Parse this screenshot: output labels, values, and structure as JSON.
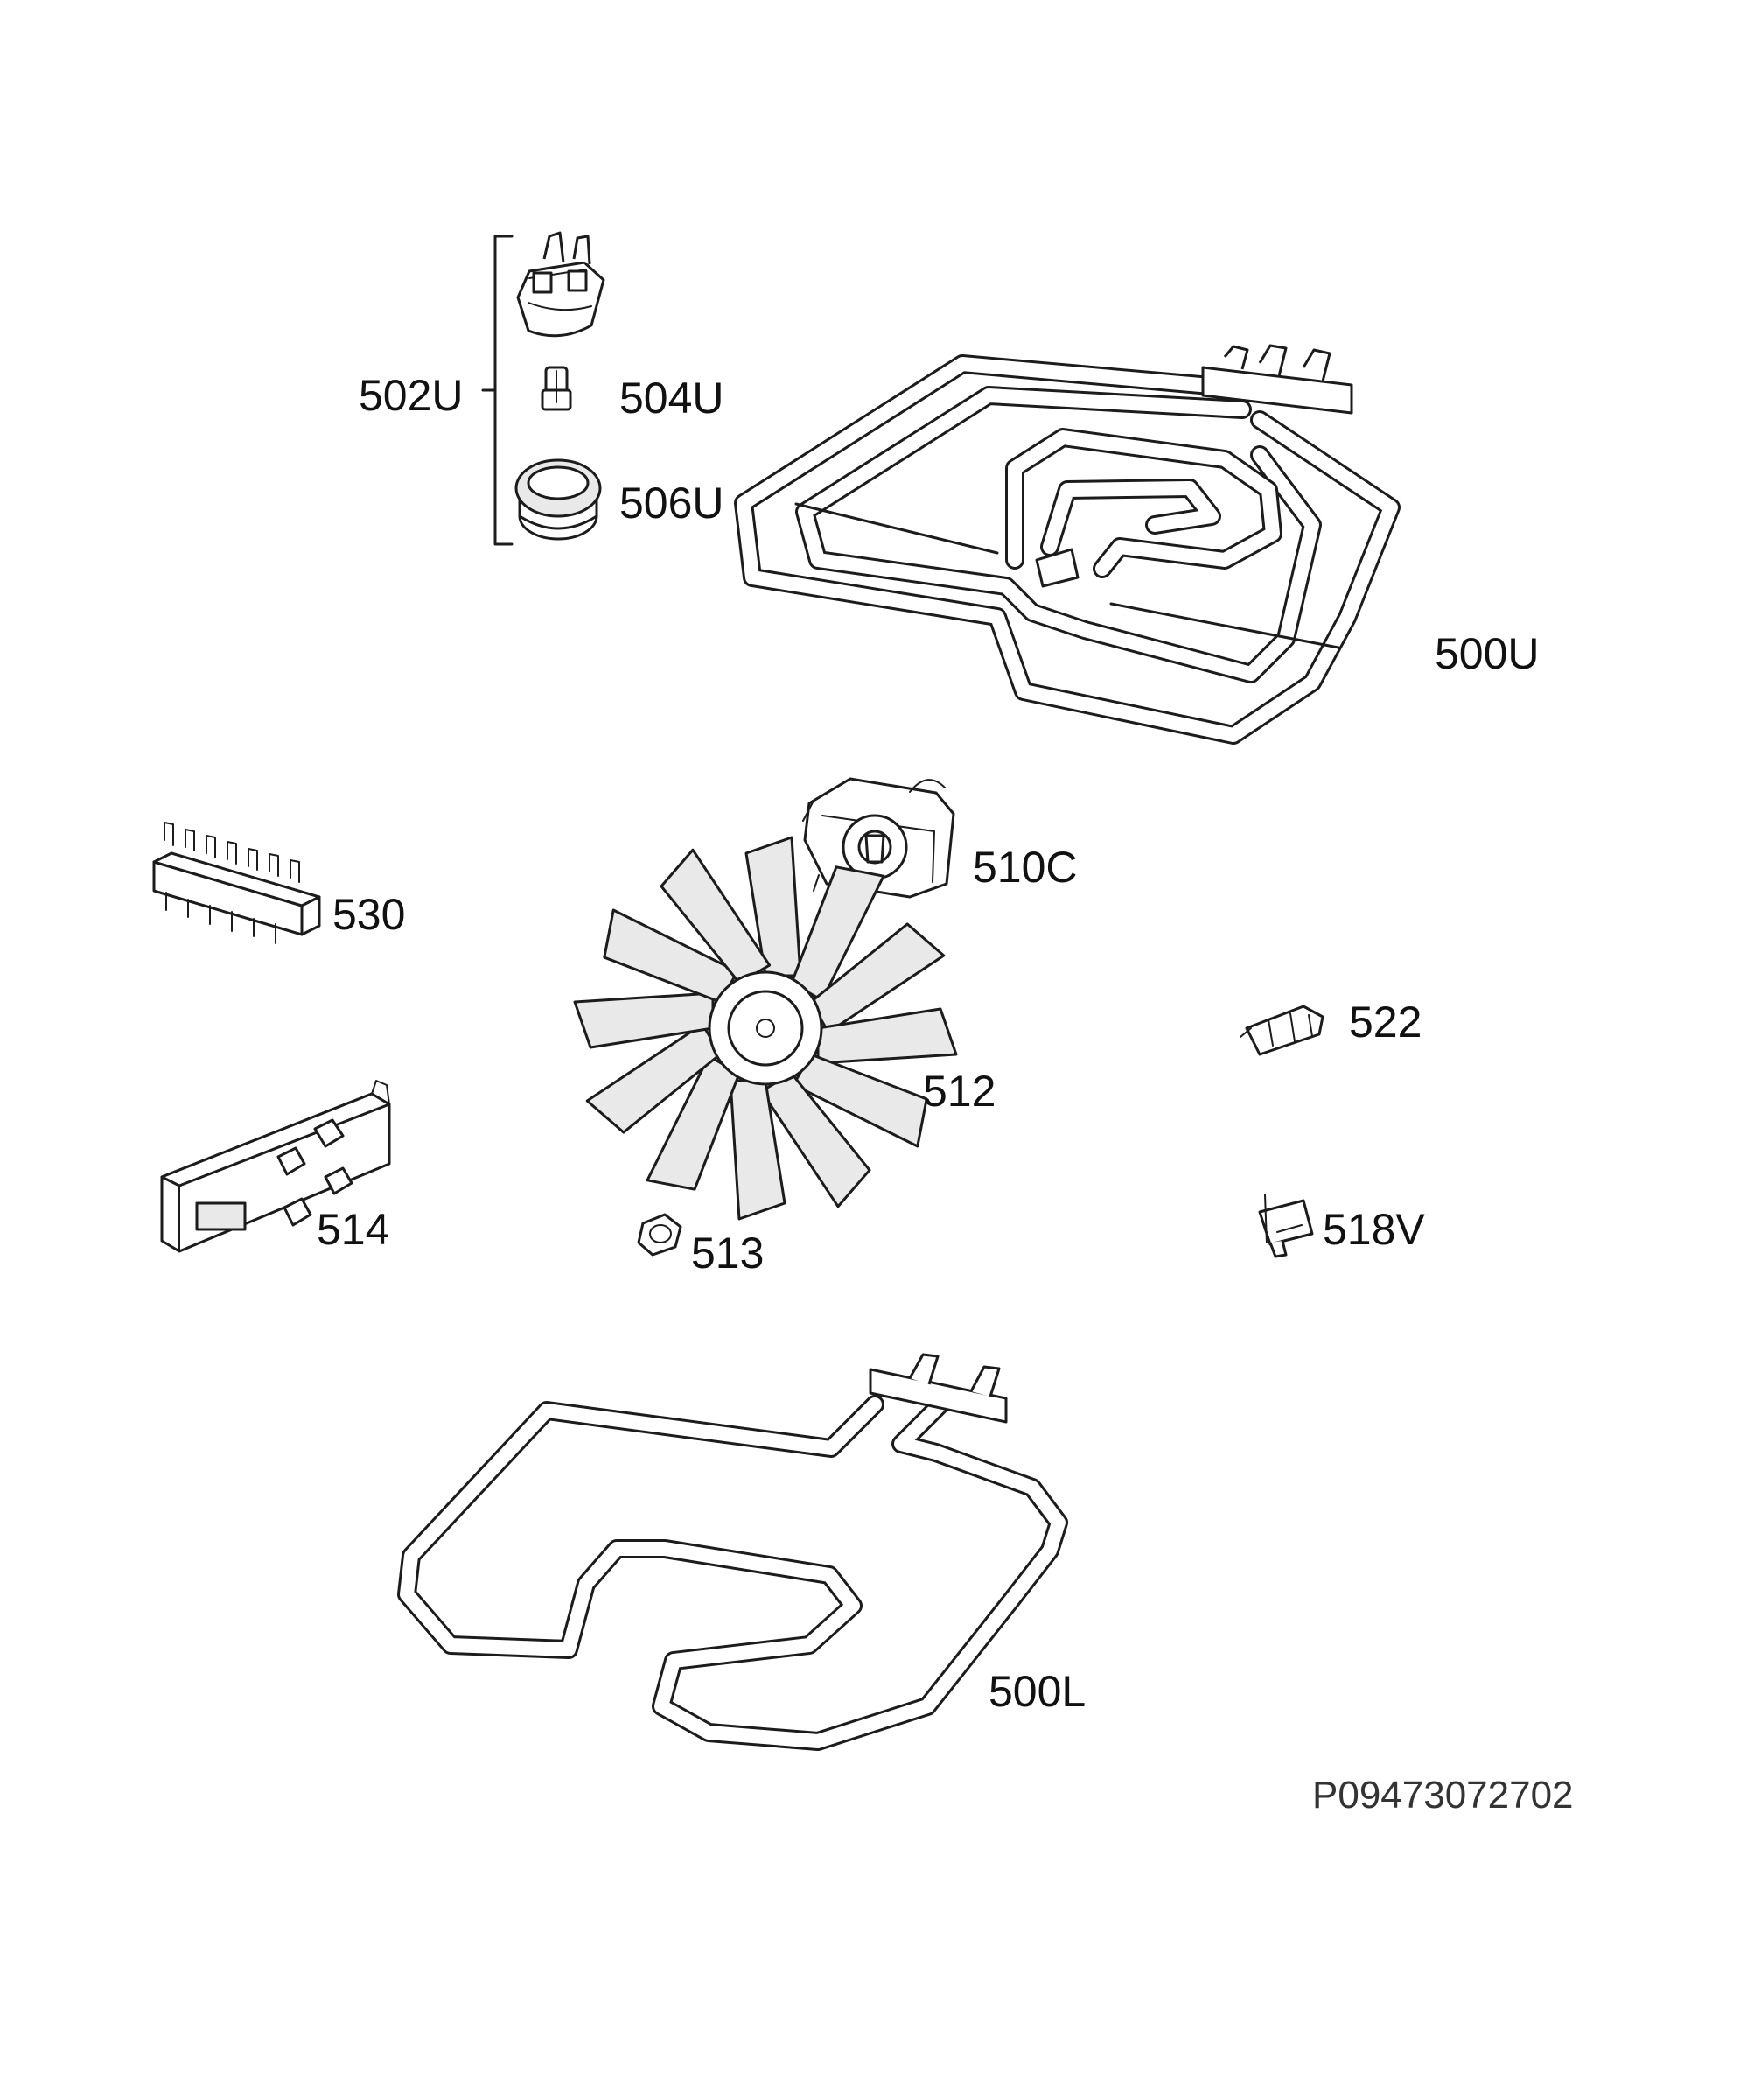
{
  "parts": {
    "p502U": "502U",
    "p504U": "504U",
    "p506U": "506U",
    "p500U": "500U",
    "p510C": "510C",
    "p530": "530",
    "p522": "522",
    "p512": "512",
    "p514": "514",
    "p518V": "518V",
    "p513": "513",
    "p500L": "500L"
  },
  "drawing_ref": "P09473072702"
}
